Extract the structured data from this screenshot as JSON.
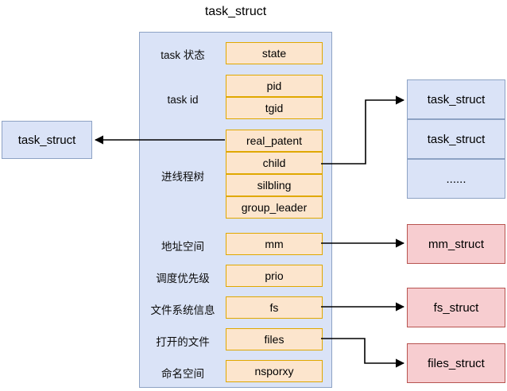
{
  "title": "task_struct",
  "colors": {
    "blue_fill": "#dae3f7",
    "blue_stroke": "#8da2c4",
    "orange_fill": "#fce5cd",
    "orange_stroke": "#e0a800",
    "pink_fill": "#f7cdd0",
    "pink_stroke": "#b85450",
    "line": "#000000"
  },
  "main_struct": {
    "groups": [
      {
        "label": "task 状态",
        "fields": [
          "state"
        ]
      },
      {
        "label": "task id",
        "fields": [
          "pid",
          "tgid"
        ]
      },
      {
        "label": "进线程树",
        "fields": [
          "real_patent",
          "child",
          "silbling",
          "group_leader"
        ]
      },
      {
        "label": "地址空间",
        "fields": [
          "mm"
        ]
      },
      {
        "label": "调度优先级",
        "fields": [
          "prio"
        ]
      },
      {
        "label": "文件系统信息",
        "fields": [
          "fs"
        ]
      },
      {
        "label": "打开的文件",
        "fields": [
          "files"
        ]
      },
      {
        "label": "命名空间",
        "fields": [
          "nsporxy"
        ]
      }
    ]
  },
  "left_node": {
    "label": "task_struct"
  },
  "right_nodes": {
    "task_struct_list": {
      "cells": [
        "task_struct",
        "task_struct",
        "......"
      ]
    },
    "mm_struct": {
      "label": "mm_struct"
    },
    "fs_struct": {
      "label": "fs_struct"
    },
    "files_struct": {
      "label": "files_struct"
    }
  },
  "connections": [
    {
      "from": "real_patent",
      "to": "left_node"
    },
    {
      "from": "child",
      "to": "task_struct_list"
    },
    {
      "from": "mm",
      "to": "mm_struct"
    },
    {
      "from": "fs",
      "to": "fs_struct"
    },
    {
      "from": "files",
      "to": "files_struct"
    }
  ]
}
